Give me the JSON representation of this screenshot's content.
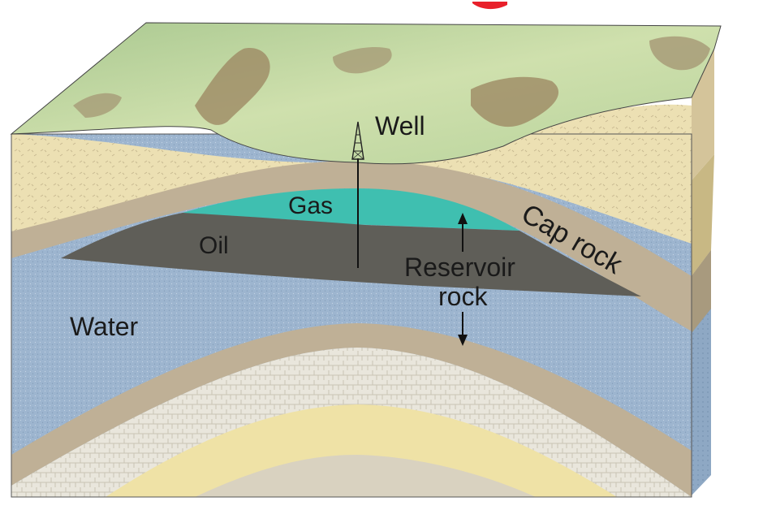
{
  "labels": {
    "well": "Well",
    "gas": "Gas",
    "oil": "Oil",
    "cap_rock": "Cap rock",
    "reservoir_line1": "Reservoir",
    "reservoir_line2": "rock",
    "water": "Water"
  },
  "colors": {
    "terrain_green": "#b9d29a",
    "terrain_ridge": "#8a7a5a",
    "sandstone": "#efe2a6",
    "cap_rock": "#bfb096",
    "gas": "#3fbfb0",
    "oil": "#5f5e58",
    "water": "#9db5cf",
    "white_rock": "#ecebe4",
    "accent_red": "#e8202a"
  }
}
